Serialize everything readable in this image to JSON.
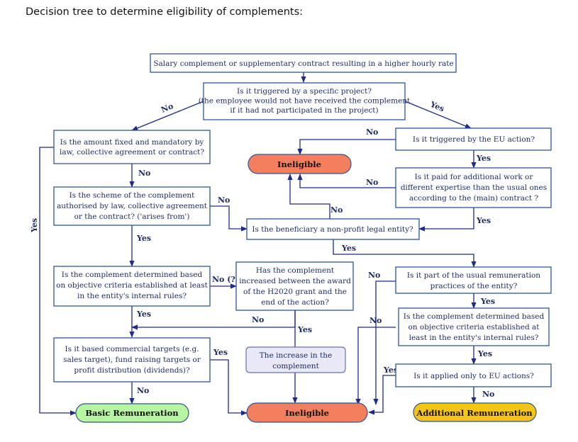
{
  "title": "Decision tree to determine eligibility of complements:",
  "nodes": {
    "start": [
      "Salary complement or supplementary contract resulting in a higher hourly rate"
    ],
    "q_project": [
      "Is it triggered by a specific project?",
      "(the employee would not have received the complement",
      "if it had not participated in the project)"
    ],
    "q_fixed": [
      "Is the amount fixed and mandatory by",
      "law, collective agreement or contract?"
    ],
    "q_eu_action": [
      "Is it triggered by the EU action?"
    ],
    "q_authorised": [
      "Is the scheme of the complement",
      "authorised by law, collective agreement",
      "or the contract? ('arises from')"
    ],
    "q_additional_work": [
      "Is it paid for additional work or",
      "different expertise than the usual ones",
      "according to the (main) contract ?"
    ],
    "q_nonprofit": [
      "Is the beneficiary a non-profit legal entity?"
    ],
    "q_objective_left": [
      "Is the complement determined based",
      "on objective criteria established at least",
      "in the entity's internal rules?"
    ],
    "q_increased": [
      "Has the complement",
      "increased between the award",
      "of the H2020 grant and the",
      "end of the action?"
    ],
    "q_usual_practice": [
      "Is it part of the usual remuneration",
      "practices of the entity?"
    ],
    "q_objective_right": [
      "Is the complement determined based",
      "on objective criteria established at",
      "least in the entity's internal rules?"
    ],
    "q_commercial": [
      "Is it based commercial targets (e.g.",
      "sales target), fund raising targets or",
      "profit distribution (dividends)?"
    ],
    "increase_note": [
      "The increase in the",
      "complement"
    ],
    "q_eu_only": [
      "Is it applied only to EU actions?"
    ],
    "ineligible_top": "Ineligible",
    "ineligible_bottom": "Ineligible",
    "basic": "Basic Remuneration",
    "additional": "Additional Remuneration"
  },
  "edge_labels": {
    "no": "No",
    "yes": "Yes",
    "no_maybe": "No (?)"
  },
  "colors": {
    "ineligible": "#f47f5e",
    "basic": "#b8f5a2",
    "additional": "#f6c414",
    "note": "#e8e8f7",
    "border": "#2f5597",
    "line": "#1f2a8a"
  }
}
